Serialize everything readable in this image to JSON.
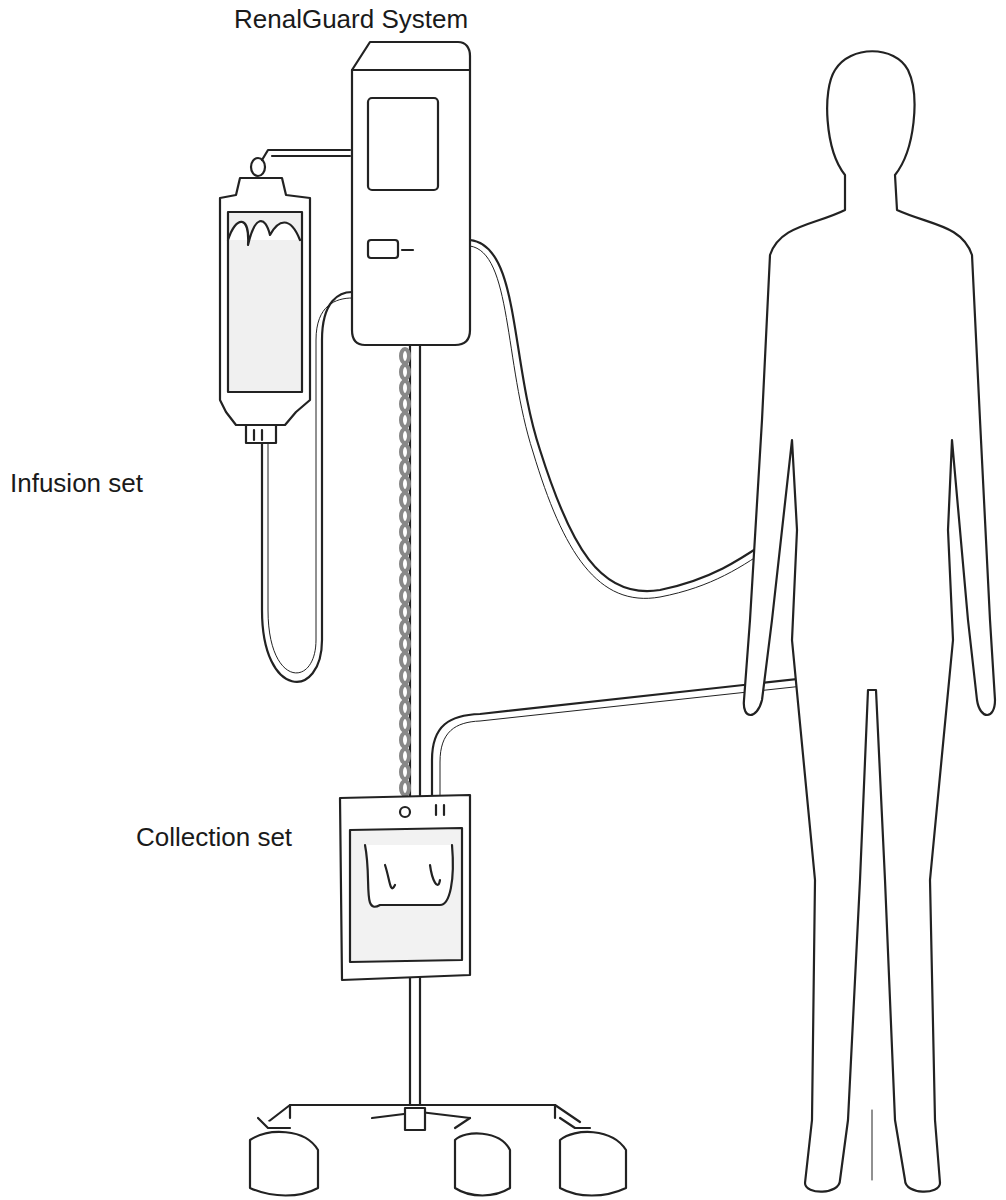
{
  "diagram": {
    "labels": [
      "RenalGuard System",
      "Infusion set",
      "Collection set"
    ]
  }
}
